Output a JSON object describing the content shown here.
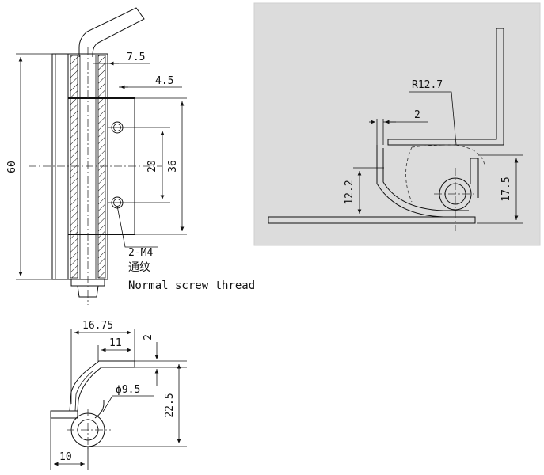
{
  "front_view": {
    "dim_total_height": "60",
    "dim_tube_offset": "7.5",
    "dim_leaf_offset": "4.5",
    "dim_hole_spacing": "20",
    "dim_leaf_height": "36",
    "hole_callout": "2-M4",
    "hole_note_cn": "通纹",
    "hole_note_en": "Normal screw thread"
  },
  "installed_view": {
    "dim_radius": "R12.7",
    "dim_gap": "2",
    "dim_height_a": "12.2",
    "dim_height_b": "17.5"
  },
  "side_view": {
    "dim_total_width": "16.75",
    "dim_inner_width": "11",
    "dim_thickness": "2",
    "dim_pin_diameter": "ϕ9.5",
    "dim_total_height": "22.5",
    "dim_base_width": "10"
  }
}
